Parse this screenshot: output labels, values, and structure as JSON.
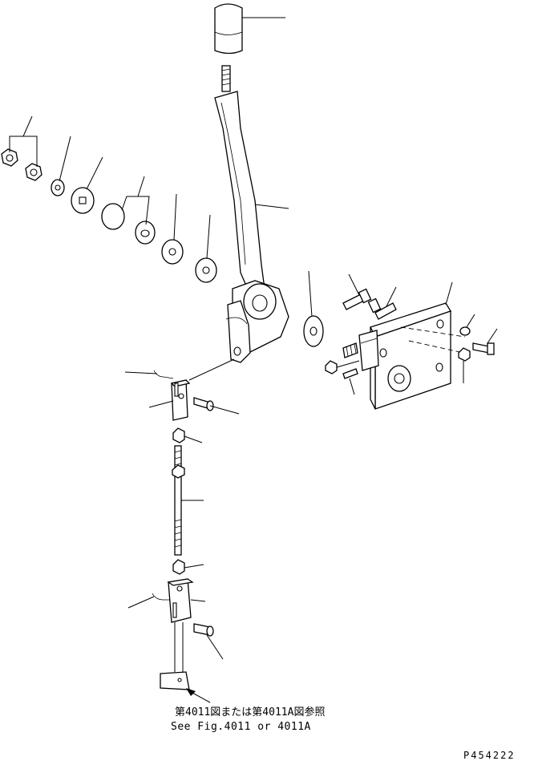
{
  "reference": {
    "japanese": "第4011図または第4011A図参照",
    "english": "See Fig.4011 or 4011A"
  },
  "page_number": "P454222"
}
